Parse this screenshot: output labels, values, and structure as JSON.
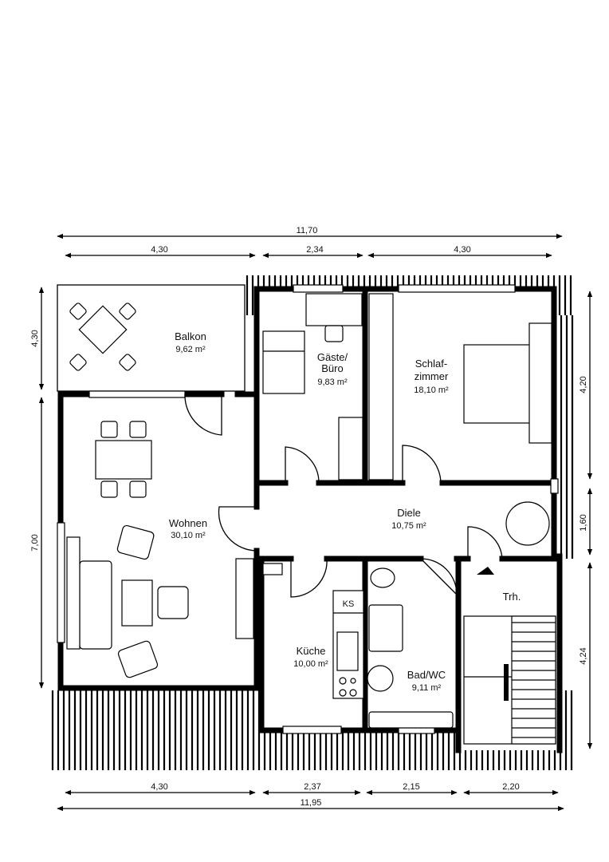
{
  "dimensions": {
    "top_total": "11,70",
    "top": [
      "4,30",
      "2,34",
      "4,30"
    ],
    "left": [
      "4,30",
      "7,00"
    ],
    "right": [
      "4,20",
      "1,60",
      "4,24"
    ],
    "bottom": [
      "4,30",
      "2,37",
      "2,15",
      "2,20"
    ],
    "bottom_total": "11,95"
  },
  "rooms": {
    "balkon": {
      "name": "Balkon",
      "area": "9,62 m²"
    },
    "gaeste": {
      "name1": "Gäste/",
      "name2": "Büro",
      "area": "9,83 m²"
    },
    "schlaf": {
      "name1": "Schlaf-",
      "name2": "zimmer",
      "area": "18,10 m²"
    },
    "wohnen": {
      "name": "Wohnen",
      "area": "30,10 m²"
    },
    "diele": {
      "name": "Diele",
      "area": "10,75 m²"
    },
    "kueche": {
      "name": "Küche",
      "area": "10,00 m²"
    },
    "bad": {
      "name": "Bad/WC",
      "area": "9,11 m²"
    },
    "treppenhaus": {
      "name": "Trh."
    }
  },
  "fixtures": {
    "fridge": "KS"
  }
}
